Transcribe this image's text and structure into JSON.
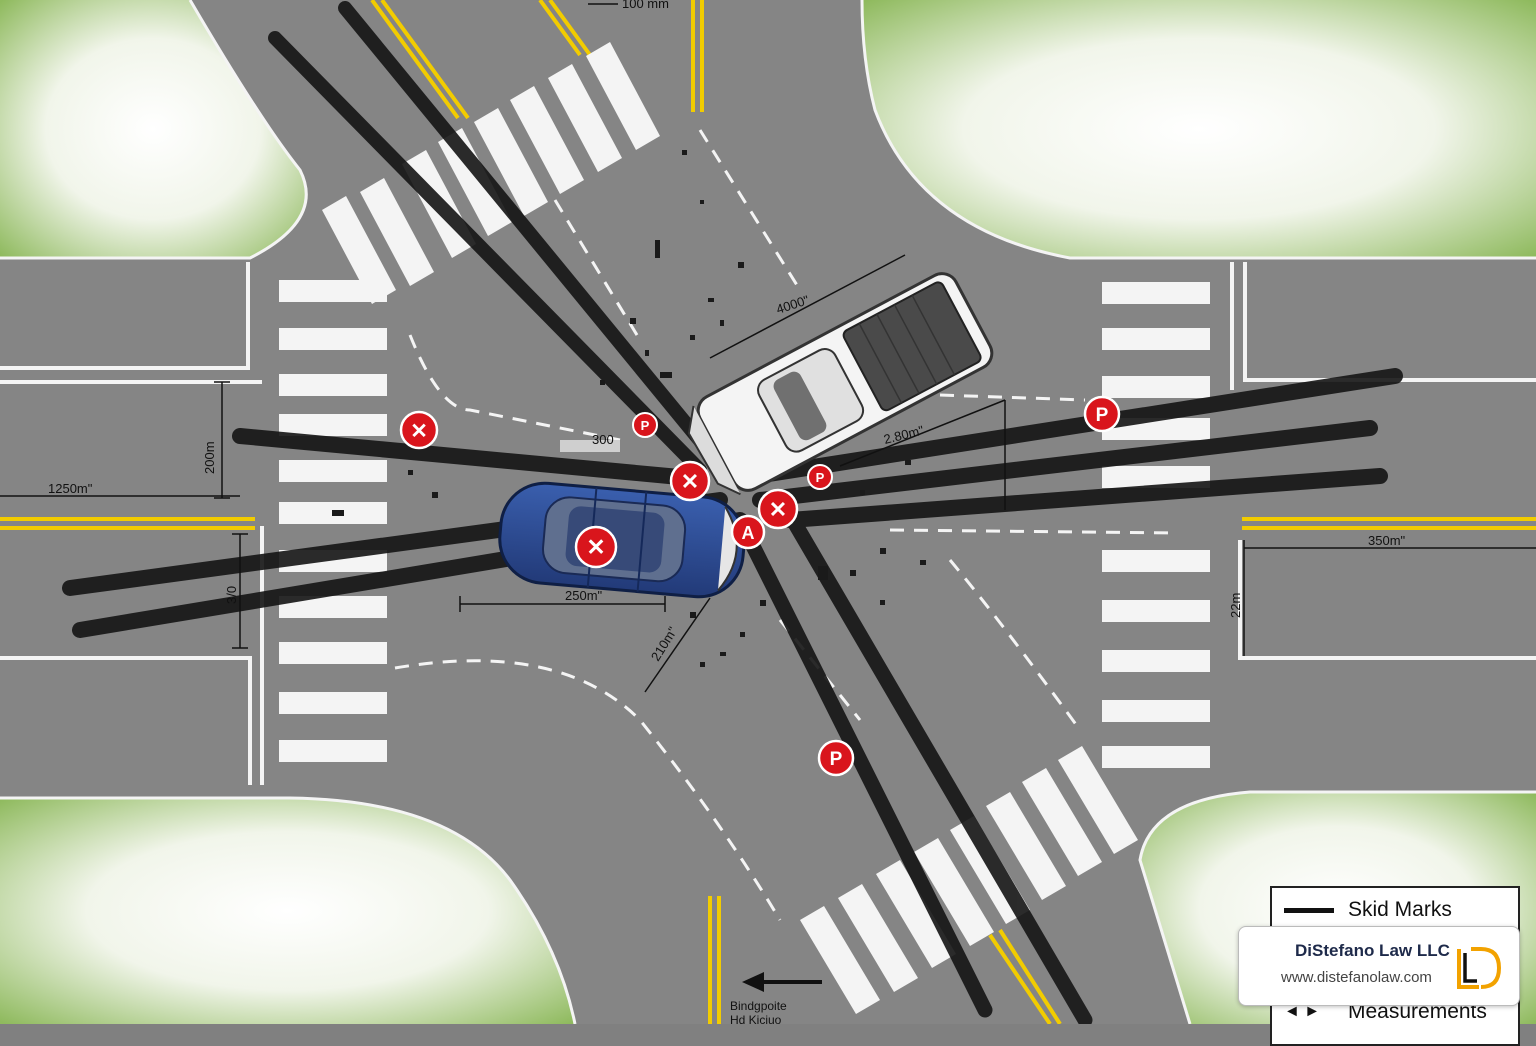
{
  "diagram": {
    "markers": {
      "p_label": "P",
      "x_label": "✕",
      "a_label": "A"
    },
    "measurements": [
      {
        "id": "m1",
        "text": "1250m\""
      },
      {
        "id": "m2",
        "text": "200m"
      },
      {
        "id": "m3",
        "text": "3/0"
      },
      {
        "id": "m4",
        "text": "250m\""
      },
      {
        "id": "m5",
        "text": "300"
      },
      {
        "id": "m6",
        "text": "4000\""
      },
      {
        "id": "m7",
        "text": "2.80m\""
      },
      {
        "id": "m8",
        "text": "210m\""
      },
      {
        "id": "m9",
        "text": "350m\""
      },
      {
        "id": "m10",
        "text": "22m"
      },
      {
        "id": "m11",
        "text": "100 mm"
      }
    ],
    "bottom_road_text": [
      "Bindgpoite",
      "Hd Kiciuo"
    ],
    "colors": {
      "asphalt": "#858585",
      "grass": "#8fba5e",
      "yellow_line": "#f2cc00",
      "marker_red": "#d9151c",
      "car_blue": "#2c4a8e",
      "truck_white": "#f4f4f4",
      "skid": "#151515"
    }
  },
  "legend": {
    "skid_marks_label": "Skid Marks",
    "measurements_label": "Measurements",
    "measurements_symbol": "◄ ►"
  },
  "brand": {
    "name": "DiStefano Law LLC",
    "url": "www.distefanolaw.com",
    "logo_letters": "LD",
    "logo_color": "#f2a200"
  }
}
